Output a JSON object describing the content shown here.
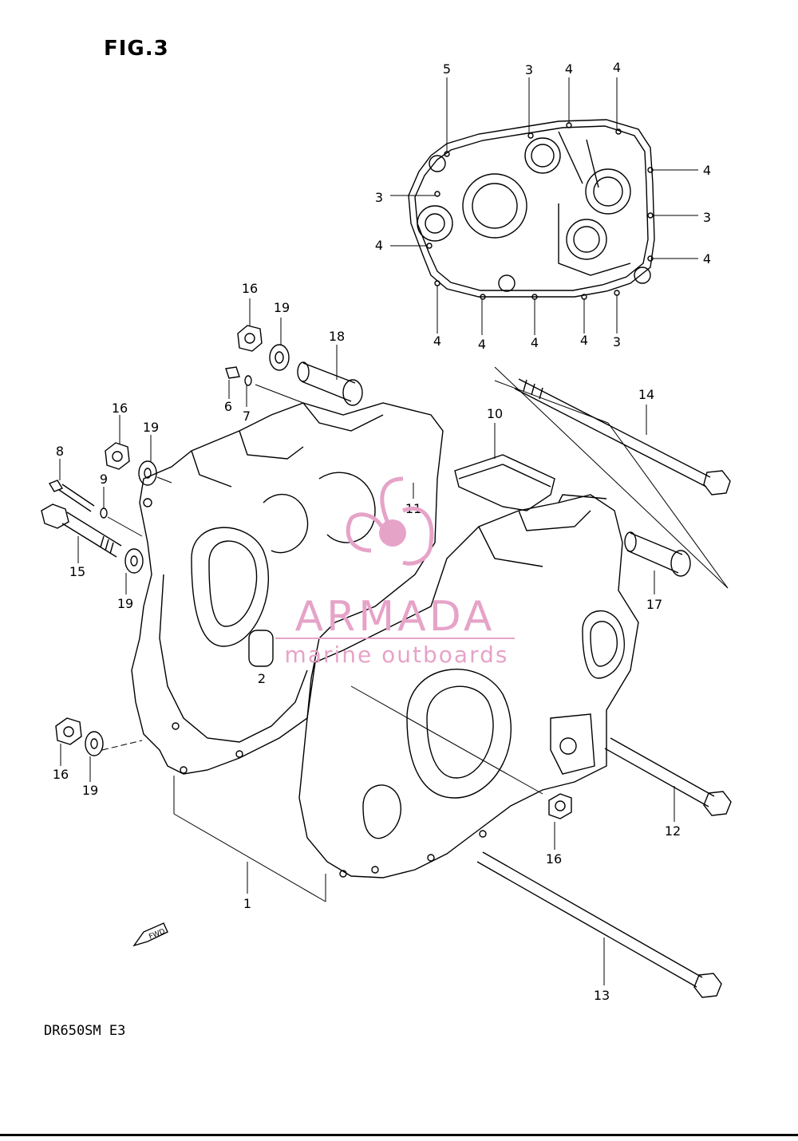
{
  "figure_title": "FIG.3",
  "model_label": "DR650SM E3",
  "fwd_label": "FWD",
  "watermark": {
    "brand": "ARMADA",
    "tagline": "marine outboards",
    "color": "#e6a3c8"
  },
  "part_labels": [
    "5",
    "3",
    "4",
    "4",
    "3",
    "4",
    "3",
    "4",
    "4",
    "4",
    "4",
    "4",
    "4",
    "3",
    "16",
    "19",
    "18",
    "6",
    "7",
    "16",
    "19",
    "8",
    "9",
    "15",
    "19",
    "14",
    "10",
    "11",
    "17",
    "2",
    "16",
    "19",
    "12",
    "16",
    "1",
    "13"
  ]
}
